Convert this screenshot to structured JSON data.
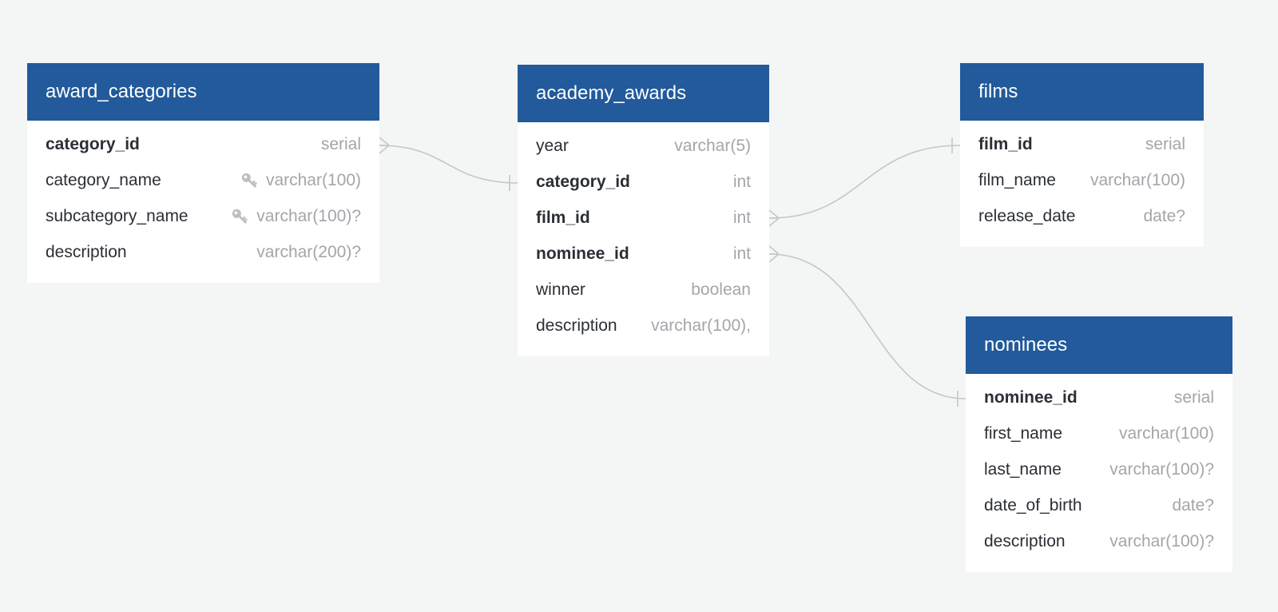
{
  "tables": {
    "award_categories": {
      "title": "award_categories",
      "columns": [
        {
          "name": "category_id",
          "type": "serial",
          "pk": true,
          "key_icon": false
        },
        {
          "name": "category_name",
          "type": "varchar(100)",
          "pk": false,
          "key_icon": true
        },
        {
          "name": "subcategory_name",
          "type": "varchar(100)?",
          "pk": false,
          "key_icon": true
        },
        {
          "name": "description",
          "type": "varchar(200)?",
          "pk": false,
          "key_icon": false
        }
      ]
    },
    "academy_awards": {
      "title": "academy_awards",
      "columns": [
        {
          "name": "year",
          "type": "varchar(5)",
          "pk": false
        },
        {
          "name": "category_id",
          "type": "int",
          "pk": true
        },
        {
          "name": "film_id",
          "type": "int",
          "pk": true
        },
        {
          "name": "nominee_id",
          "type": "int",
          "pk": true
        },
        {
          "name": "winner",
          "type": "boolean",
          "pk": false
        },
        {
          "name": "description",
          "type": "varchar(100),",
          "pk": false
        }
      ]
    },
    "films": {
      "title": "films",
      "columns": [
        {
          "name": "film_id",
          "type": "serial",
          "pk": true
        },
        {
          "name": "film_name",
          "type": "varchar(100)",
          "pk": false
        },
        {
          "name": "release_date",
          "type": "date?",
          "pk": false
        }
      ]
    },
    "nominees": {
      "title": "nominees",
      "columns": [
        {
          "name": "nominee_id",
          "type": "serial",
          "pk": true
        },
        {
          "name": "first_name",
          "type": "varchar(100)",
          "pk": false
        },
        {
          "name": "last_name",
          "type": "varchar(100)?",
          "pk": false
        },
        {
          "name": "date_of_birth",
          "type": "date?",
          "pk": false
        },
        {
          "name": "description",
          "type": "varchar(100)?",
          "pk": false
        }
      ]
    }
  },
  "relationships": [
    {
      "from_table": "award_categories",
      "from_column": "category_id",
      "from_end": "many",
      "to_table": "academy_awards",
      "to_column": "category_id",
      "to_end": "one"
    },
    {
      "from_table": "academy_awards",
      "from_column": "film_id",
      "from_end": "many",
      "to_table": "films",
      "to_column": "film_id",
      "to_end": "one"
    },
    {
      "from_table": "academy_awards",
      "from_column": "nominee_id",
      "from_end": "many",
      "to_table": "nominees",
      "to_column": "nominee_id",
      "to_end": "one"
    }
  ],
  "colors": {
    "header_bg": "#225a9b",
    "header_text": "#ffffff",
    "background": "#f4f5f5",
    "field_text": "#2b2f36",
    "type_text": "#a3a6aa",
    "connector": "#c4c6c8"
  }
}
